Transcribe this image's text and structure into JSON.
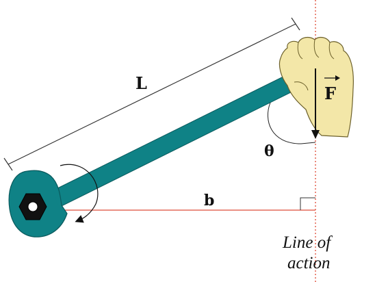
{
  "labels": {
    "length": "L",
    "force": "F",
    "angle": "θ",
    "lever_arm": "b",
    "line_of_action_line1": "Line of",
    "line_of_action_line2": "action"
  },
  "colors": {
    "wrench": "#0f8286",
    "wrench_outline": "#0a5a5d",
    "hand_fill": "#f3e7a8",
    "hand_outline": "#6b5f2a",
    "line_of_action": "#e46a5a",
    "lever_arm_line": "#e46a5a",
    "dimension_line": "#333333",
    "force_arrow": "#111111",
    "nut": "#111111"
  },
  "icons": {
    "hand": "fist-icon",
    "nut": "hex-nut-icon",
    "rotation": "curved-arrow-icon",
    "force": "down-arrow-icon",
    "right_angle": "right-angle-marker-icon"
  }
}
